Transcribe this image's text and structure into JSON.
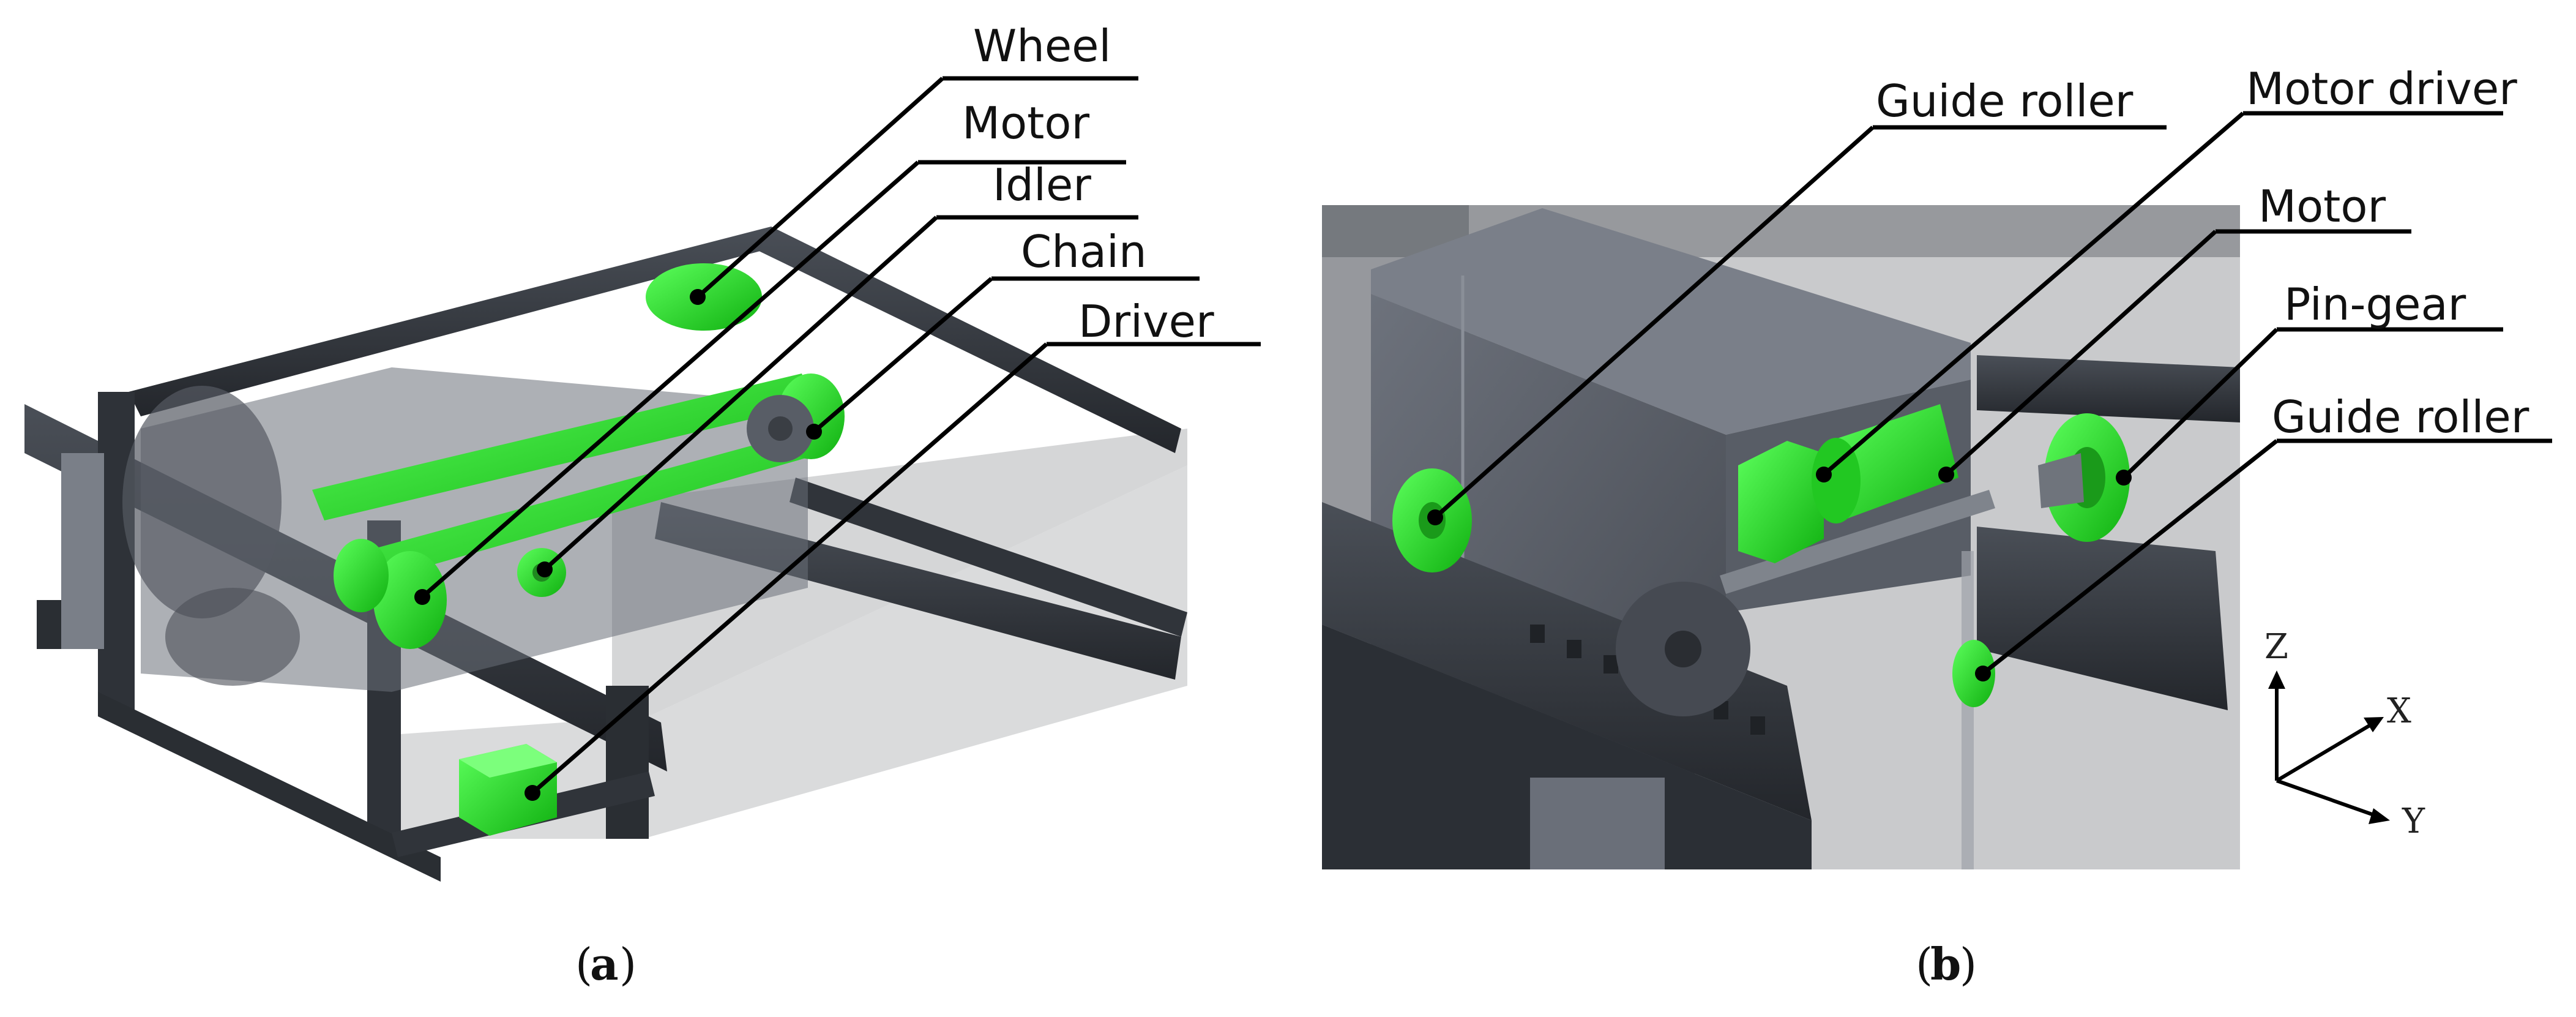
{
  "panels": [
    {
      "caption_letter": "a",
      "labels": [
        "Wheel",
        "Motor",
        "Idler",
        "Chain",
        "Driver"
      ]
    },
    {
      "caption_letter": "b",
      "labels": [
        "Guide roller",
        "Motor driver",
        "Motor",
        "Pin-gear",
        "Guide roller"
      ]
    }
  ],
  "axes": {
    "z": "Z",
    "x": "X",
    "y": "Y"
  },
  "colors": {
    "highlight": "#22e022",
    "frame": "#3d4148",
    "frame_dark": "#262a30",
    "housing": "#5c616b",
    "panel_bg": "#c9cacc",
    "leader": "#000000"
  }
}
